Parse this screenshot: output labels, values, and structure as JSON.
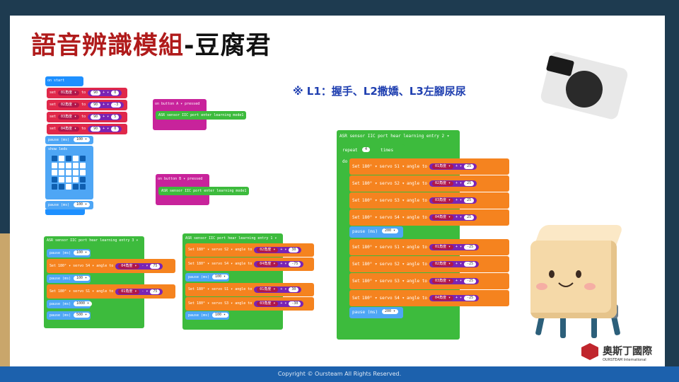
{
  "title": {
    "part1": "語音辨識模組",
    "part2": "-豆腐君"
  },
  "note": "※ L1：握手、L2撒嬌、L3左腳尿尿",
  "footer": "Copyright © Oursteam All Rights Reserved.",
  "logo": {
    "name": "奧斯丁國際",
    "sub": "OURSTEAM International"
  },
  "on_start": {
    "header": "on start",
    "sets": [
      {
        "verb": "set",
        "var": "01角度 ▾",
        "to": "to",
        "v1": "90",
        "op": "+ ▾",
        "v2": "0"
      },
      {
        "verb": "set",
        "var": "02角度 ▾",
        "to": "to",
        "v1": "90",
        "op": "+ ▾",
        "v2": "-3"
      },
      {
        "verb": "set",
        "var": "03角度 ▾",
        "to": "to",
        "v1": "90",
        "op": "+ ▾",
        "v2": "5"
      },
      {
        "verb": "set",
        "var": "04角度 ▾",
        "to": "to",
        "v1": "90",
        "op": "+ ▾",
        "v2": "0"
      }
    ],
    "pause1": "pause (ms)",
    "pause1_v": "100 ▾",
    "show_leds": "show leds",
    "pause2": "pause (ms)",
    "pause2_v": "100 ▾",
    "leds": [
      0,
      1,
      0,
      1,
      0,
      1,
      1,
      1,
      1,
      1,
      1,
      1,
      1,
      1,
      1,
      0,
      1,
      1,
      1,
      0,
      0,
      0,
      1,
      0,
      0
    ]
  },
  "on_button_a": {
    "header": "on button  A ▾  pressed",
    "body": "ASR sensor IIC port enter learning mode1"
  },
  "on_button_b": {
    "header": "on button  B ▾  pressed",
    "body": "ASR sensor IIC port enter learning mode1"
  },
  "entry3": {
    "header": "ASR sensor IIC port hear  learning entry 3 ▾",
    "pause_a": "pause (ms)",
    "pause_a_v": "100 ▾",
    "set1": {
      "verb": "Set",
      "deg": "180° ▾",
      "servo": "servo",
      "s": "S4 ▾",
      "angle": "angle to",
      "var": "04角度 ▾",
      "op": "- ▾",
      "v": "75"
    },
    "pause_b": "pause (ms)",
    "pause_b_v": "100 ▾",
    "set2": {
      "verb": "Set",
      "deg": "180° ▾",
      "servo": "servo",
      "s": "S1 ▾",
      "angle": "angle to",
      "var": "01角度 ▾",
      "op": "- ▾",
      "v": "75"
    },
    "pause_c": "pause (ms)",
    "pause_c_v": "1000 ▾",
    "pause_d": "pause (ms)",
    "pause_d_v": "500 ▾"
  },
  "entry1": {
    "header": "ASR sensor IIC port hear  learning entry 1 ▾",
    "sets_a": [
      {
        "verb": "Set",
        "deg": "180° ▾",
        "servo": "servo",
        "s": "S2 ▾",
        "angle": "angle to",
        "var": "02角度 ▾",
        "op": "+ ▾",
        "v": "30"
      },
      {
        "verb": "Set",
        "deg": "180° ▾",
        "servo": "servo",
        "s": "S4 ▾",
        "angle": "angle to",
        "var": "04角度 ▾",
        "op": "+ ▾",
        "v": "-75"
      }
    ],
    "pause_a": "pause (ms)",
    "pause_a_v": "100 ▾",
    "sets_b": [
      {
        "verb": "Set",
        "deg": "180° ▾",
        "servo": "servo",
        "s": "S1 ▾",
        "angle": "angle to",
        "var": "01角度 ▾",
        "op": "+ ▾",
        "v": "30"
      },
      {
        "verb": "Set",
        "deg": "180° ▾",
        "servo": "servo",
        "s": "S3 ▾",
        "angle": "angle to",
        "var": "03角度 ▾",
        "op": "+ ▾",
        "v": "-30"
      }
    ],
    "pause_b": "pause (ms)",
    "pause_b_v": "100 ▾"
  },
  "entry2": {
    "header": "ASR sensor IIC port hear  learning entry 2 ▾",
    "repeat": "repeat",
    "repeat_v": "4",
    "times": "times",
    "do": "do",
    "sets_a": [
      {
        "verb": "Set",
        "deg": "180° ▾",
        "servo": "servo",
        "s": "S1 ▾",
        "angle": "angle to",
        "var": "01角度 ▾",
        "op": "+ ▾",
        "v": "25"
      },
      {
        "verb": "Set",
        "deg": "180° ▾",
        "servo": "servo",
        "s": "S2 ▾",
        "angle": "angle to",
        "var": "02角度 ▾",
        "op": "+ ▾",
        "v": "25"
      },
      {
        "verb": "Set",
        "deg": "180° ▾",
        "servo": "servo",
        "s": "S3 ▾",
        "angle": "angle to",
        "var": "03角度 ▾",
        "op": "+ ▾",
        "v": "25"
      },
      {
        "verb": "Set",
        "deg": "180° ▾",
        "servo": "servo",
        "s": "S4 ▾",
        "angle": "angle to",
        "var": "04角度 ▾",
        "op": "+ ▾",
        "v": "25"
      }
    ],
    "pause_a": "pause (ms)",
    "pause_a_v": "200 ▾",
    "sets_b": [
      {
        "verb": "Set",
        "deg": "180° ▾",
        "servo": "servo",
        "s": "S1 ▾",
        "angle": "angle to",
        "var": "01角度 ▾",
        "op": "+ ▾",
        "v": "-25"
      },
      {
        "verb": "Set",
        "deg": "180° ▾",
        "servo": "servo",
        "s": "S2 ▾",
        "angle": "angle to",
        "var": "02角度 ▾",
        "op": "+ ▾",
        "v": "-25"
      },
      {
        "verb": "Set",
        "deg": "180° ▾",
        "servo": "servo",
        "s": "S3 ▾",
        "angle": "angle to",
        "var": "03角度 ▾",
        "op": "+ ▾",
        "v": "-25"
      },
      {
        "verb": "Set",
        "deg": "180° ▾",
        "servo": "servo",
        "s": "S4 ▾",
        "angle": "angle to",
        "var": "04角度 ▾",
        "op": "+ ▾",
        "v": "-25"
      }
    ],
    "pause_b": "pause (ms)",
    "pause_b_v": "200 ▾"
  }
}
